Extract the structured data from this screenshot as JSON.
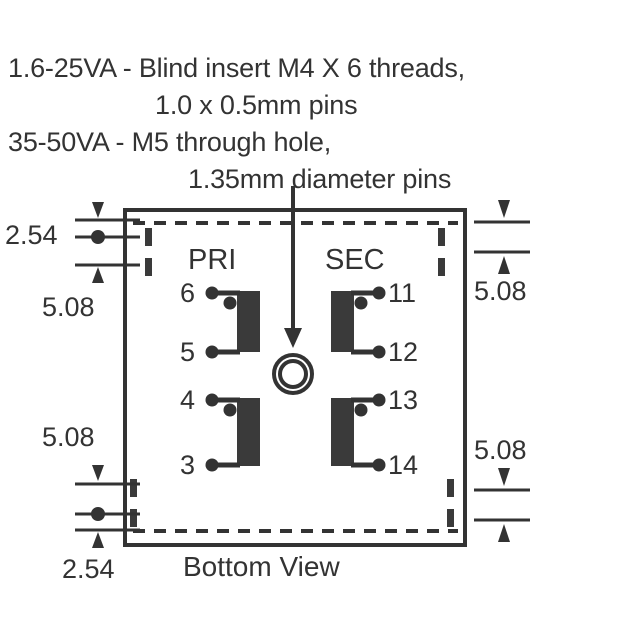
{
  "drawing": {
    "title": "Transformer bottom view pin layout and mounting dimensions",
    "view_label": "Bottom View",
    "stroke_color": "#333333",
    "fill_color": "#3a3a3a",
    "background_color": "#ffffff"
  },
  "notes": {
    "line1": "1.6-25VA - Blind insert M4 X 6 threads,",
    "line2": "1.0 x 0.5mm pins",
    "line3": "35-50VA - M5 through hole,",
    "line4": "1.35mm diameter pins"
  },
  "dimensions": {
    "top_left": "2.54",
    "mid_left": "5.08",
    "bottom_left_upper": "5.08",
    "bottom_left_lower": "2.54",
    "top_right": "5.08",
    "bottom_right": "5.08"
  },
  "groups": {
    "primary": "PRI",
    "secondary": "SEC"
  },
  "pins": {
    "p6": "6",
    "p5": "5",
    "p4": "4",
    "p3": "3",
    "p11": "11",
    "p12": "12",
    "p13": "13",
    "p14": "14"
  },
  "features": {
    "center_hole": "mounting-hole",
    "arrow_target": "center mounting hole"
  }
}
